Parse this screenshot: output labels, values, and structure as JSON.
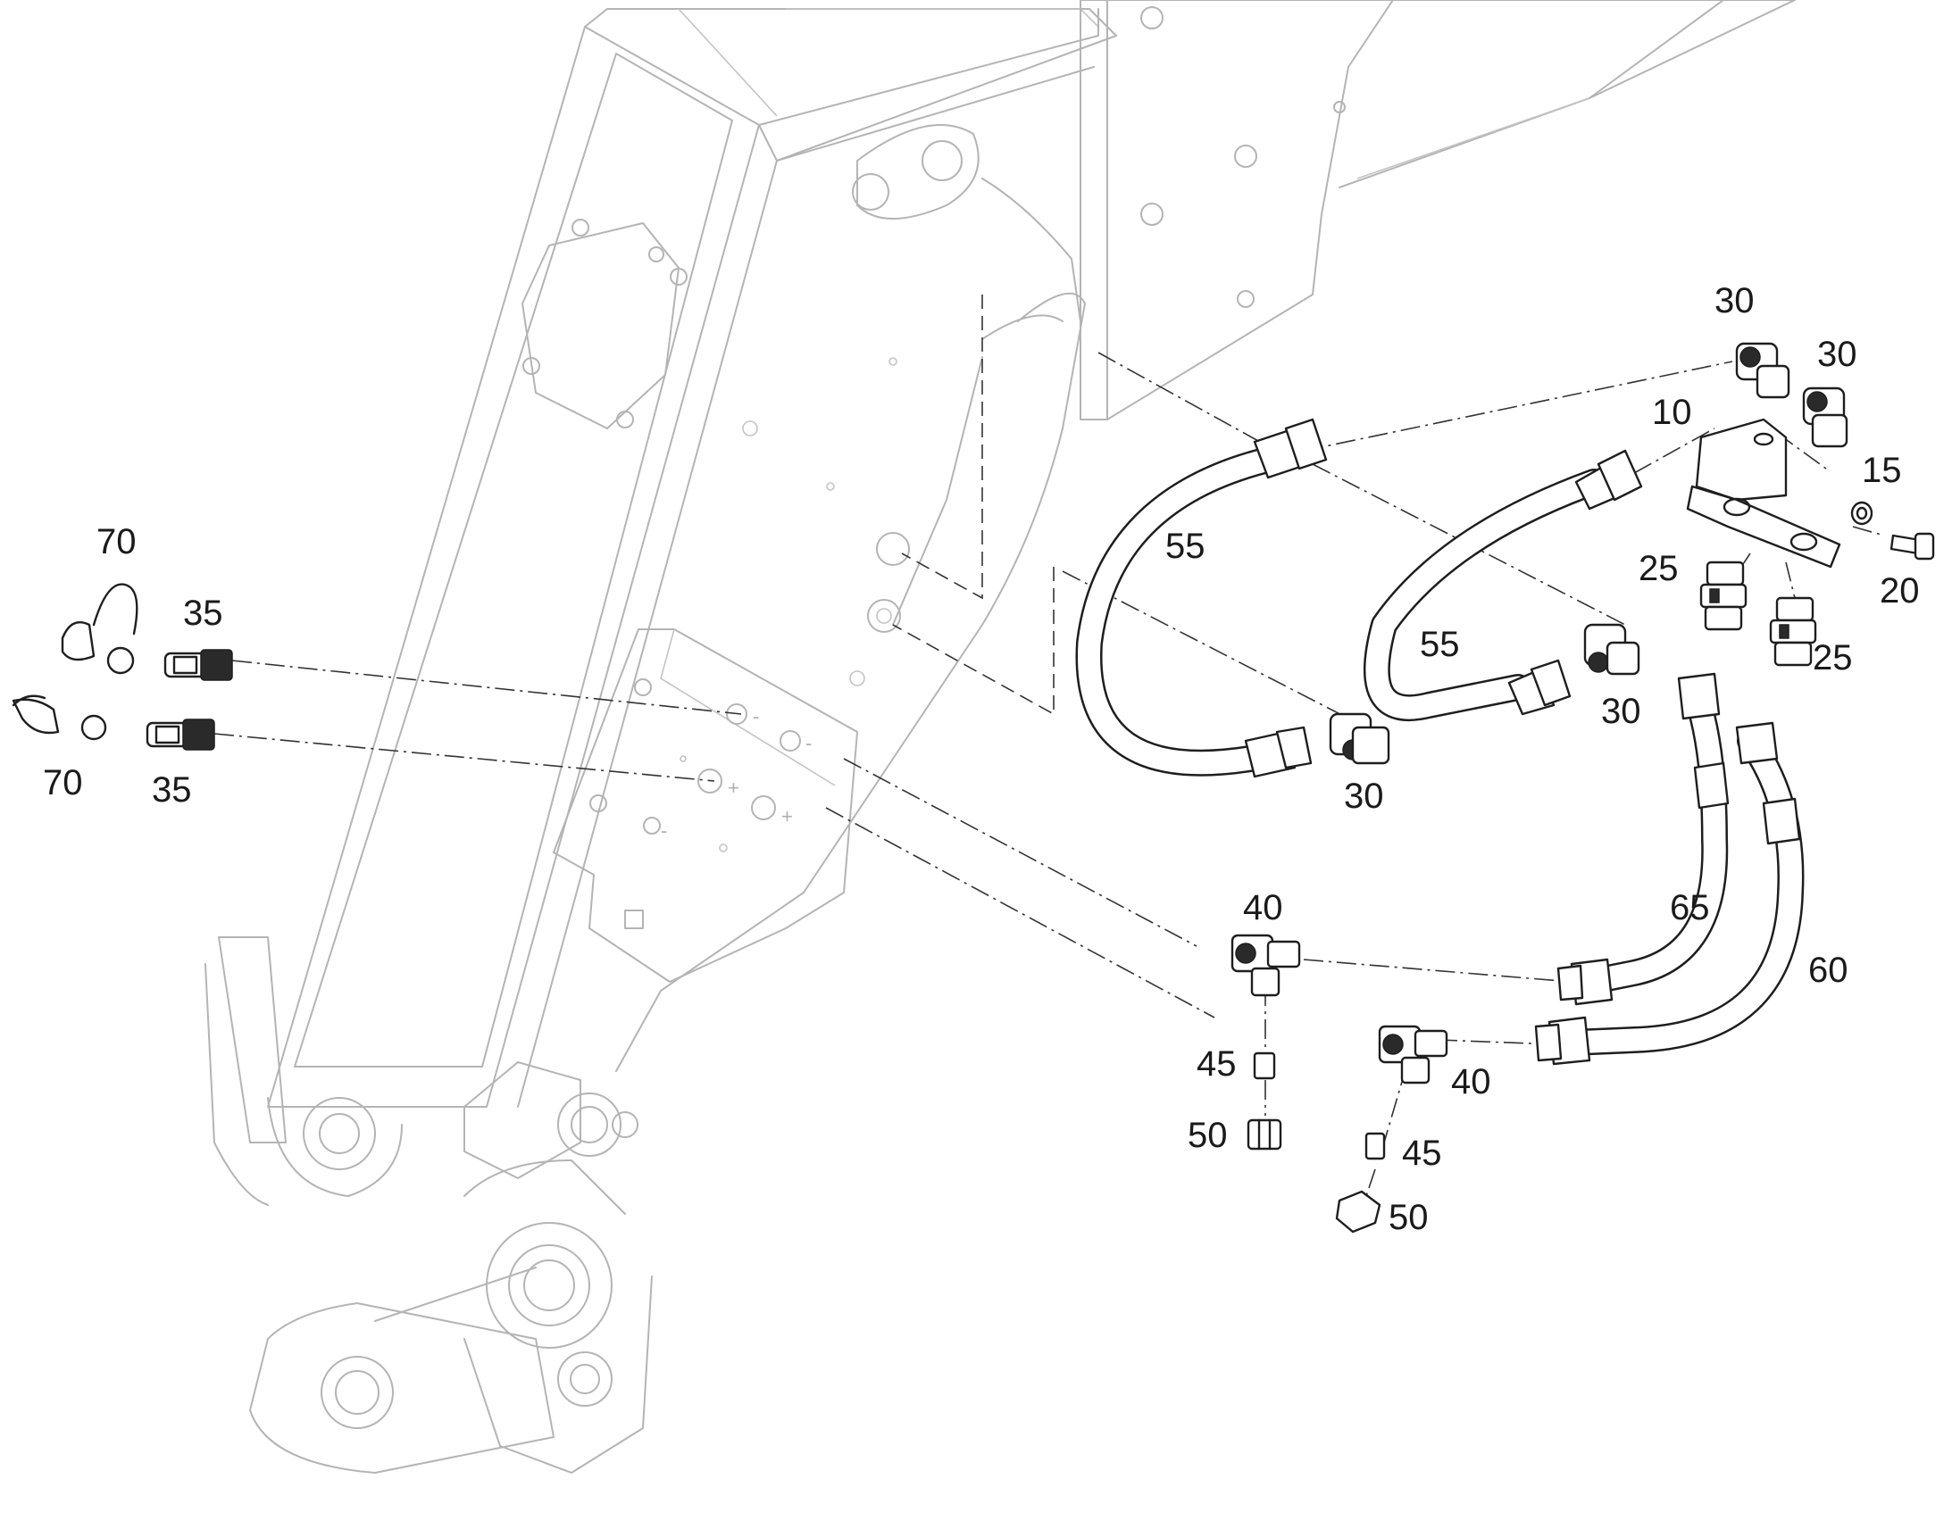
{
  "diagram": {
    "callouts": {
      "c10": "10",
      "c15": "15",
      "c20": "20",
      "c25a": "25",
      "c25b": "25",
      "c30a": "30",
      "c30b": "30",
      "c30c": "30",
      "c30d": "30",
      "c35a": "35",
      "c35b": "35",
      "c40a": "40",
      "c40b": "40",
      "c45a": "45",
      "c45b": "45",
      "c50a": "50",
      "c50b": "50",
      "c55a": "55",
      "c55b": "55",
      "c60": "60",
      "c65": "65",
      "c70a": "70",
      "c70b": "70"
    },
    "plate_signs": {
      "minus_1": "-",
      "minus_2": "-",
      "plus_1": "+",
      "plus_2": "+",
      "minus_3": "-"
    }
  }
}
